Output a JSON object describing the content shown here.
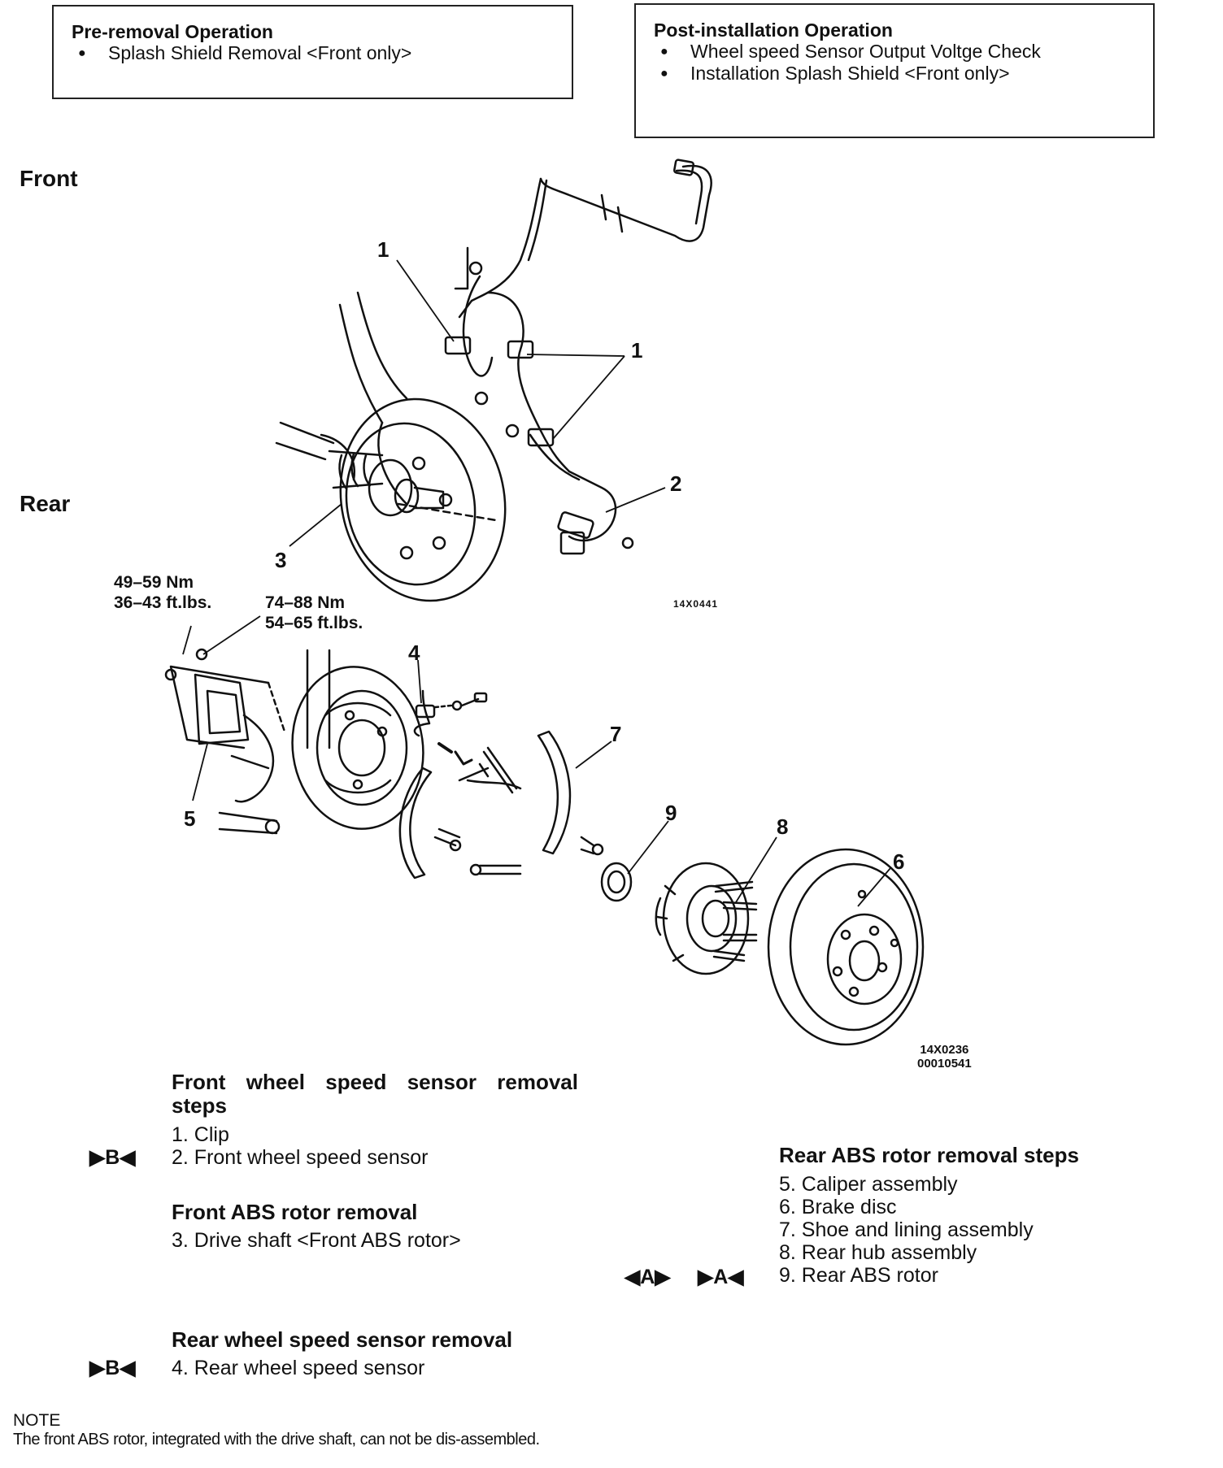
{
  "pre_removal": {
    "title": "Pre-removal Operation",
    "items": [
      "Splash Shield Removal <Front only>"
    ]
  },
  "post_installation": {
    "title": "Post-installation Operation",
    "items": [
      "Wheel speed Sensor Output Voltge Check",
      "Installation Splash Shield <Front only>"
    ]
  },
  "labels": {
    "front": "Front",
    "rear": "Rear"
  },
  "callouts": {
    "c1a": "1",
    "c1b": "1",
    "c2": "2",
    "c3": "3",
    "c4": "4",
    "c5": "5",
    "c6": "6",
    "c7": "7",
    "c8": "8",
    "c9": "9"
  },
  "torque": {
    "t1_nm": "49–59 Nm",
    "t1_ft": "36–43 ft.lbs.",
    "t2_nm": "74–88 Nm",
    "t2_ft": "54–65 ft.lbs."
  },
  "figure_codes": {
    "front": "14X0441",
    "rear": "14X0236",
    "rear2": "00010541"
  },
  "steps": {
    "front_sensor_heading": "Front wheel speed sensor removal steps",
    "front_sensor_items": [
      "1. Clip",
      "2. Front wheel speed sensor"
    ],
    "front_rotor_heading": "Front ABS rotor removal",
    "front_rotor_items": [
      "3. Drive shaft <Front ABS rotor>"
    ],
    "rear_sensor_heading": "Rear wheel speed sensor removal",
    "rear_sensor_items": [
      "4. Rear wheel speed sensor"
    ],
    "rear_rotor_heading": "Rear ABS rotor removal steps",
    "rear_rotor_items": [
      "5. Caliper assembly",
      "6. Brake disc",
      "7. Shoe and lining assembly",
      "8. Rear hub assembly",
      "9. Rear ABS rotor"
    ]
  },
  "markers": {
    "b": "▶B◀",
    "a_removal": "◀A▶",
    "a_install": "▶A◀"
  },
  "note": {
    "heading": "NOTE",
    "text": "The front ABS rotor, integrated with the drive shaft, can not be dis-assembled."
  }
}
